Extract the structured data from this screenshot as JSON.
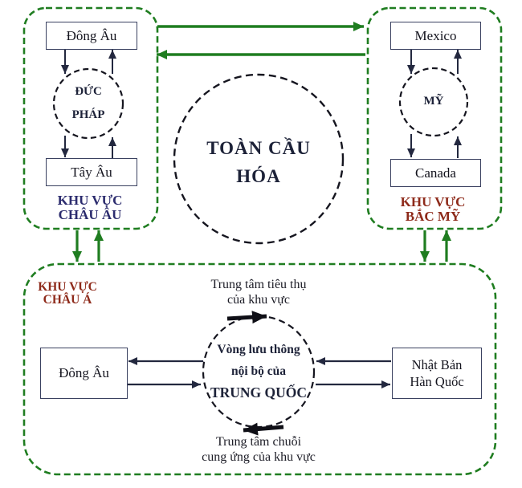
{
  "globalization_circle": {
    "line1": "TOÀN CẦU",
    "line2": "HÓA"
  },
  "europe_region": {
    "title_line1": "KHU VỰC",
    "title_line2": "CHÂU ÂU",
    "top_box": "Đông Âu",
    "hub_line1": "ĐỨC",
    "hub_line2": "PHÁP",
    "bottom_box": "Tây Âu"
  },
  "north_america_region": {
    "title_line1": "KHU VỰC",
    "title_line2": "BẮC MỸ",
    "top_box": "Mexico",
    "hub": "MỸ",
    "bottom_box": "Canada"
  },
  "asia_region": {
    "title_line1": "KHU VỰC",
    "title_line2": "CHÂU Á",
    "top_caption_line1": "Trung tâm tiêu thụ",
    "top_caption_line2": "của khu vực",
    "left_box": "Đông Âu",
    "hub_line1": "Vòng lưu thông",
    "hub_line2": "nội bộ của",
    "hub_line3": "TRUNG QUỐC",
    "right_box_line1": "Nhật Bản",
    "right_box_line2": "Hàn Quốc",
    "bottom_caption_line1": "Trung tâm chuỗi",
    "bottom_caption_line2": "cung ứng của khu vực"
  },
  "colors": {
    "region_border_green": "#1f7d20",
    "label_navy": "#2c2c6e",
    "label_dark_red": "#8e2a1a",
    "ink": "#1d2238"
  }
}
